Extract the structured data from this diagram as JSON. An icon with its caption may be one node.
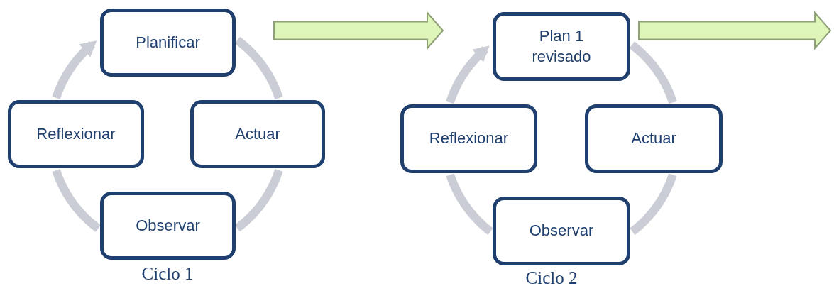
{
  "diagram": {
    "nodes": [
      {
        "text": [
          "Planificar"
        ]
      },
      {
        "text": [
          "Reflexionar"
        ]
      },
      {
        "text": [
          "Actuar"
        ]
      },
      {
        "text": [
          "Observar"
        ]
      },
      {
        "text": [
          "Plan 1 revisado"
        ]
      },
      {
        "text": [
          "Reflexionar"
        ]
      },
      {
        "text": [
          "Actuar"
        ]
      },
      {
        "text": [
          "Observar"
        ]
      }
    ],
    "edges": [
      {
        "from": 0,
        "to": 2,
        "arrow": "none"
      },
      {
        "from": 2,
        "to": 3,
        "arrow": "none"
      },
      {
        "from": 3,
        "to": 1,
        "arrow": "none"
      },
      {
        "from": 1,
        "to": 0,
        "arrow": "to"
      },
      {
        "from": 4,
        "to": 6,
        "arrow": "none"
      },
      {
        "from": 6,
        "to": 7,
        "arrow": "none"
      },
      {
        "from": 7,
        "to": 5,
        "arrow": "none"
      },
      {
        "from": 5,
        "to": 4,
        "arrow": "to"
      },
      {
        "from": 0,
        "to": 4,
        "arrow": "to",
        "style": "thick",
        "color": "#ddf5b8"
      },
      {
        "from": 4,
        "to": null,
        "arrow": "to",
        "style": "thick",
        "color": "#ddf5b8"
      }
    ],
    "labels": [
      "Ciclo 1",
      "Ciclo 2"
    ]
  }
}
